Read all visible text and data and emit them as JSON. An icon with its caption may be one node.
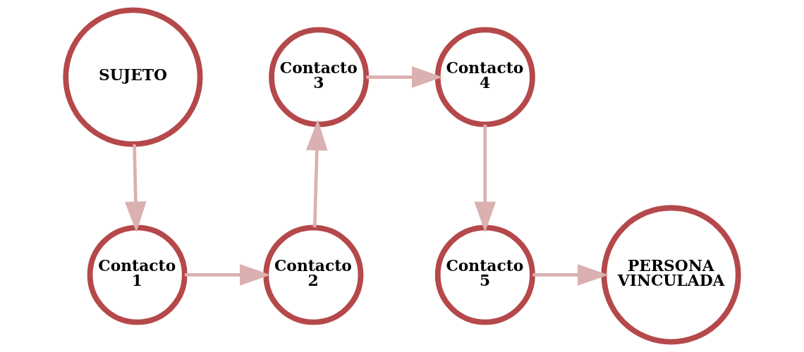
{
  "diagram": {
    "nodes": [
      {
        "text": [
          "SUJETO"
        ]
      },
      {
        "text": [
          "Contacto 1"
        ]
      },
      {
        "text": [
          "Contacto 2"
        ]
      },
      {
        "text": [
          "Contacto 3"
        ]
      },
      {
        "text": [
          "Contacto 4"
        ]
      },
      {
        "text": [
          "Contacto 5"
        ]
      },
      {
        "text": [
          "PERSONA VINCULADA"
        ]
      }
    ],
    "edges": [
      {
        "from": 0,
        "to": 1,
        "arrow": "to"
      },
      {
        "from": 1,
        "to": 2,
        "arrow": "to"
      },
      {
        "from": 2,
        "to": 3,
        "arrow": "to"
      },
      {
        "from": 3,
        "to": 4,
        "arrow": "to"
      },
      {
        "from": 4,
        "to": 5,
        "arrow": "to"
      },
      {
        "from": 5,
        "to": 6,
        "arrow": "to"
      }
    ]
  }
}
